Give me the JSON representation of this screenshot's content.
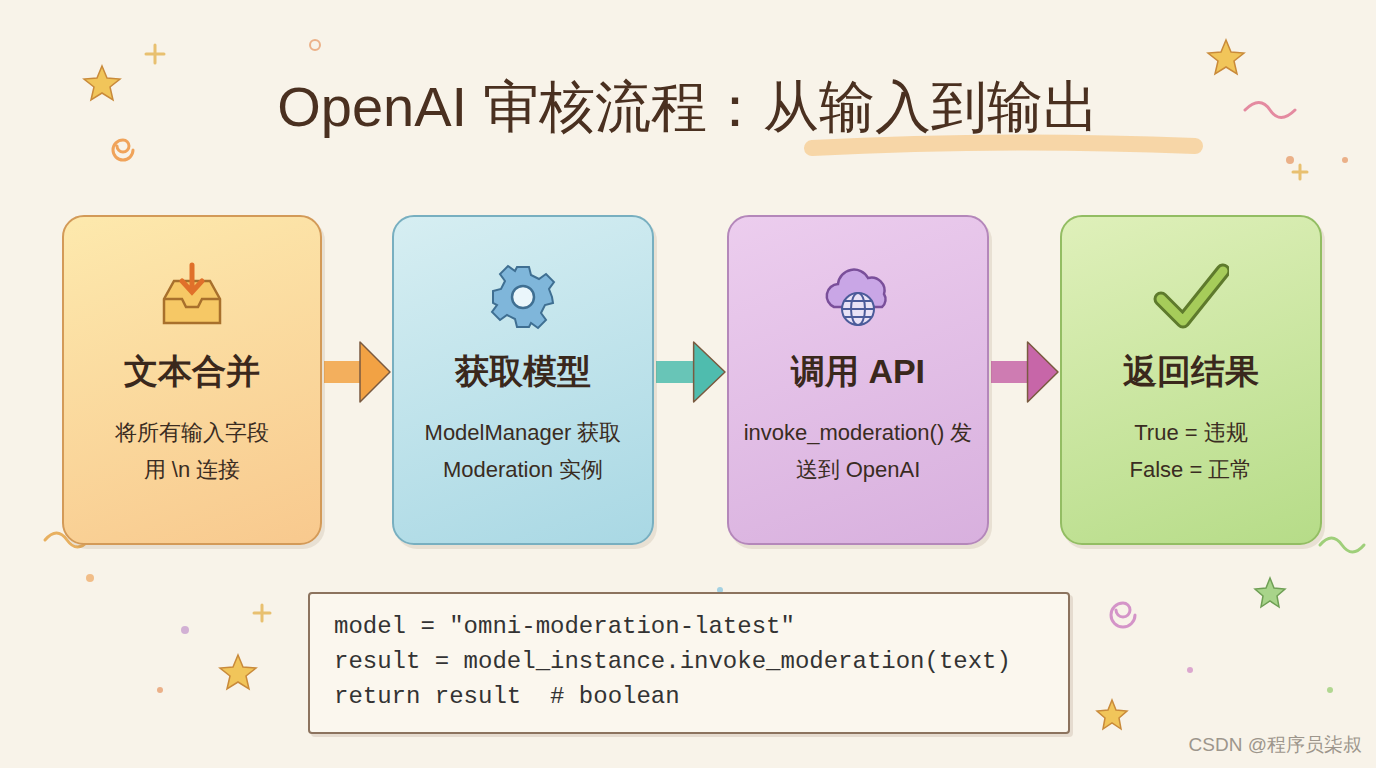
{
  "diagram": {
    "title": "OpenAI 审核流程：从输入到输出",
    "nodes": [
      {
        "text": [
          "文本合并",
          "将所有输入字段 用 \\n 连接"
        ]
      },
      {
        "text": [
          "获取模型",
          "ModelManager 获取 Moderation 实例"
        ]
      },
      {
        "text": [
          "调用 API",
          "invoke_moderation() 发送到 OpenAI"
        ]
      },
      {
        "text": [
          "返回结果",
          "True = 违规 False = 正常"
        ]
      },
      {
        "text": [
          "model = \"omni-moderation-latest\"",
          "result = model_instance.invoke_moderation(text)",
          "return result  # boolean"
        ]
      }
    ],
    "edges": [
      {
        "from": 0,
        "to": 1,
        "arrow": "to"
      },
      {
        "from": 1,
        "to": 2,
        "arrow": "to"
      },
      {
        "from": 2,
        "to": 3,
        "arrow": "to"
      }
    ],
    "labels": [
      "CSDN @程序员柒叔"
    ]
  }
}
